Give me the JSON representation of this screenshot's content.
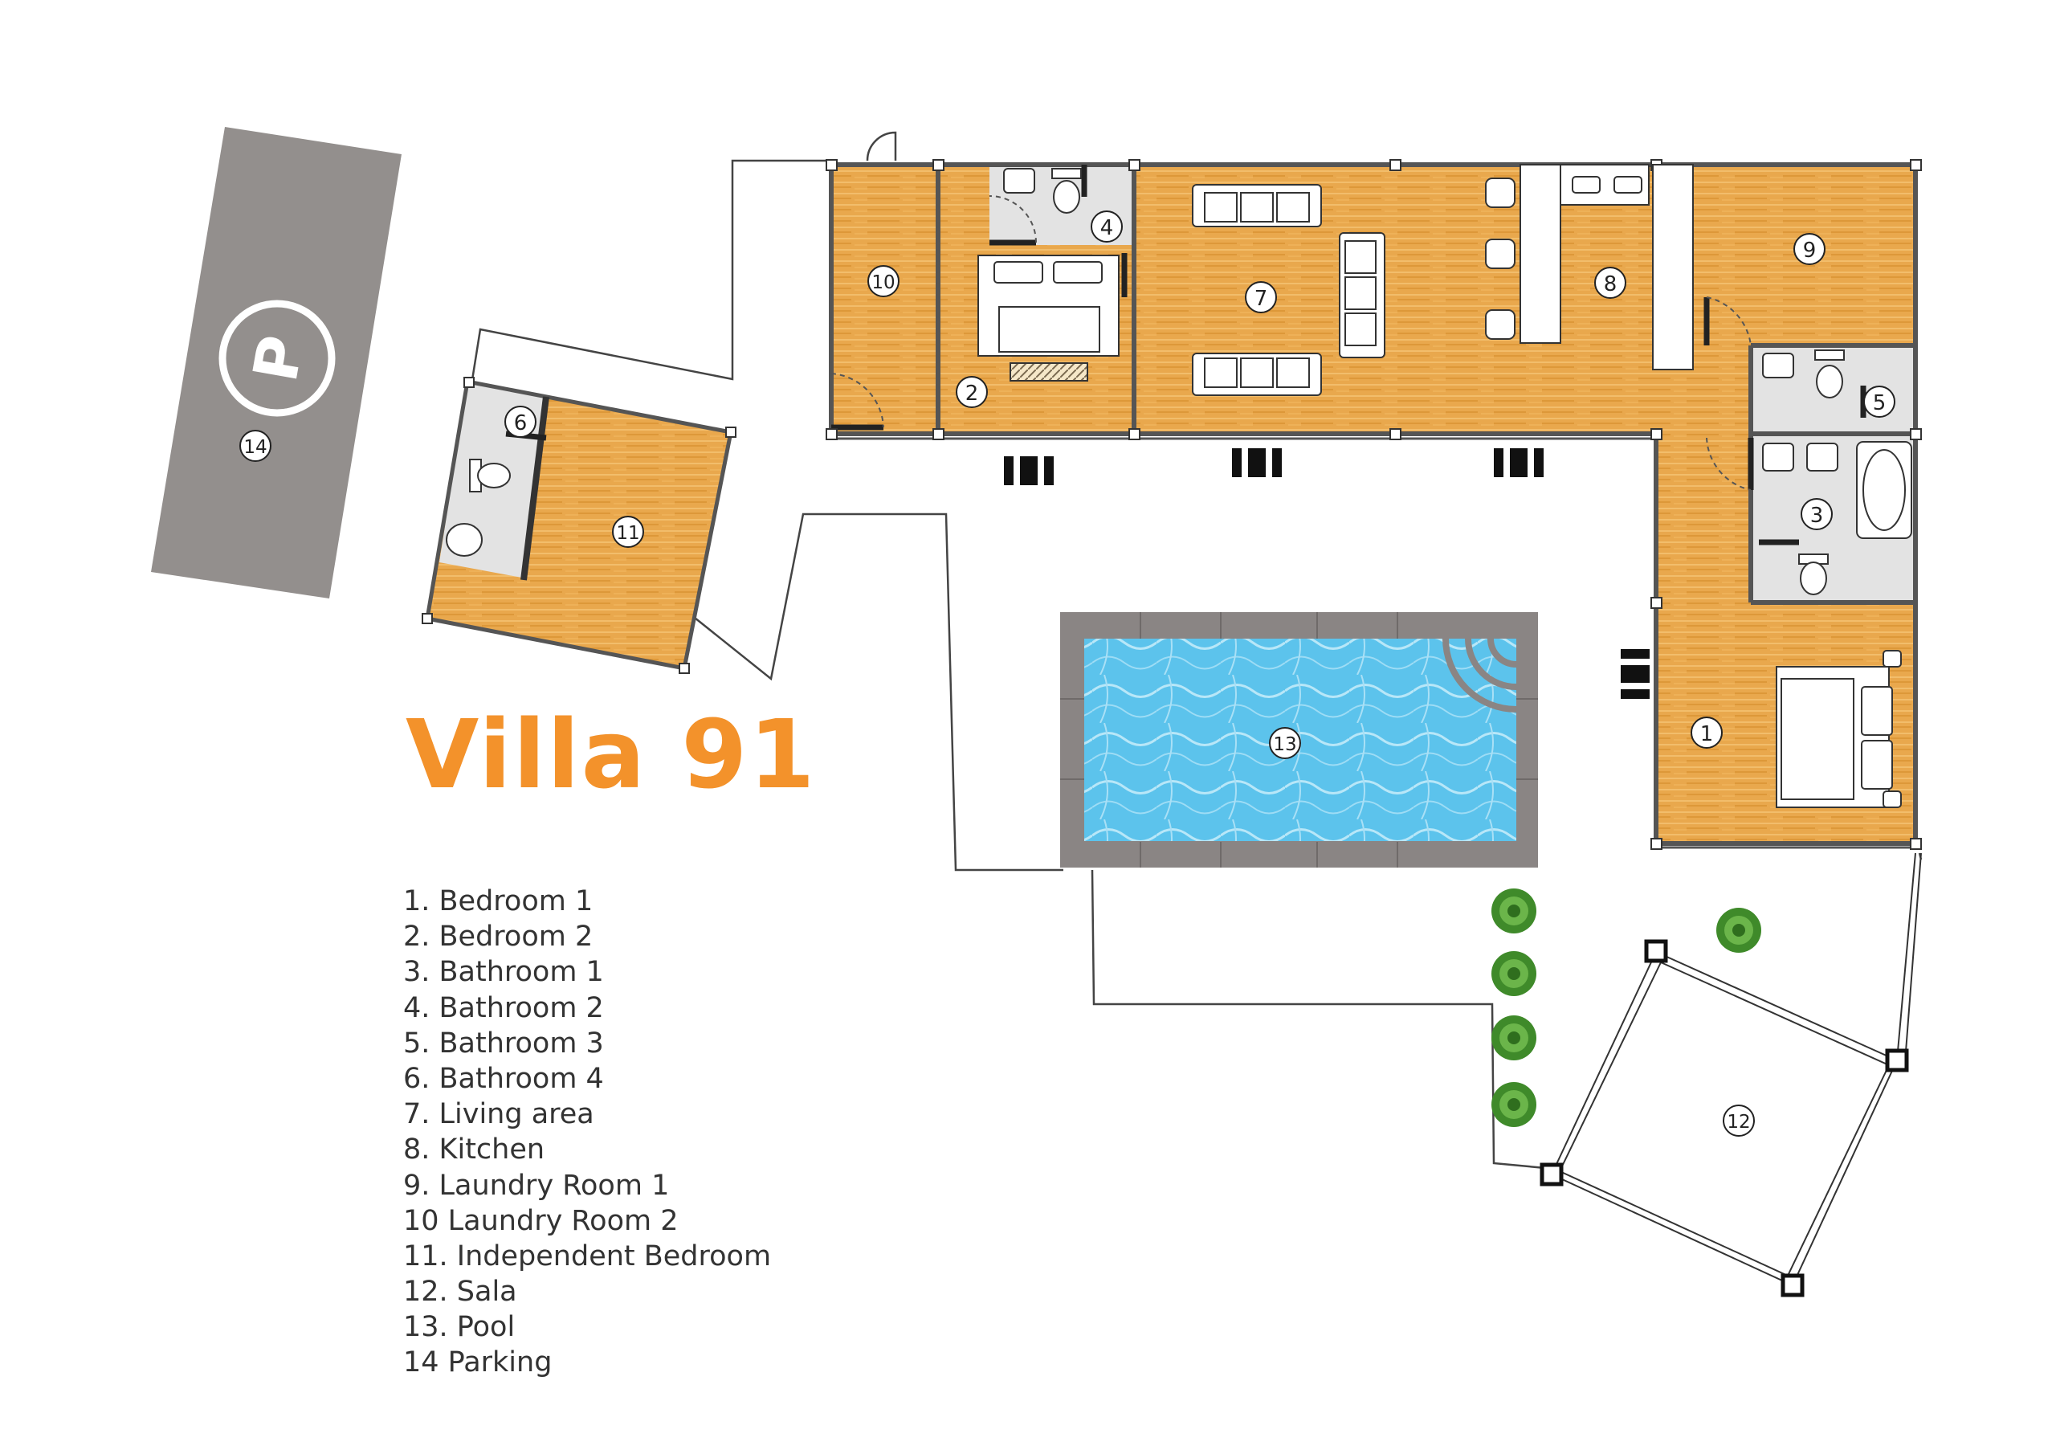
{
  "title": "Villa 91",
  "colors": {
    "floor": "#e9a84d",
    "floor_grain": "#d99232",
    "bathroom": "#e3e3e3",
    "wall": "#555555",
    "parking": "#938f8d",
    "pool_water": "#5cc3ec",
    "pool_coping": "#8a8584",
    "title": "#f3922b",
    "plant": "#3f8a2a"
  },
  "legend": [
    "1. Bedroom 1",
    "2. Bedroom 2",
    "3. Bathroom 1",
    "4. Bathroom 2",
    "5. Bathroom 3",
    "6. Bathroom 4",
    "7. Living area",
    "8. Kitchen",
    "9. Laundry Room 1",
    "10 Laundry Room 2",
    "11. Independent Bedroom",
    "12. Sala",
    "13. Pool",
    "14 Parking"
  ],
  "markers": [
    "1",
    "2",
    "3",
    "4",
    "5",
    "6",
    "7",
    "8",
    "9",
    "10",
    "11",
    "12",
    "13",
    "14"
  ],
  "parking_symbol": "P"
}
